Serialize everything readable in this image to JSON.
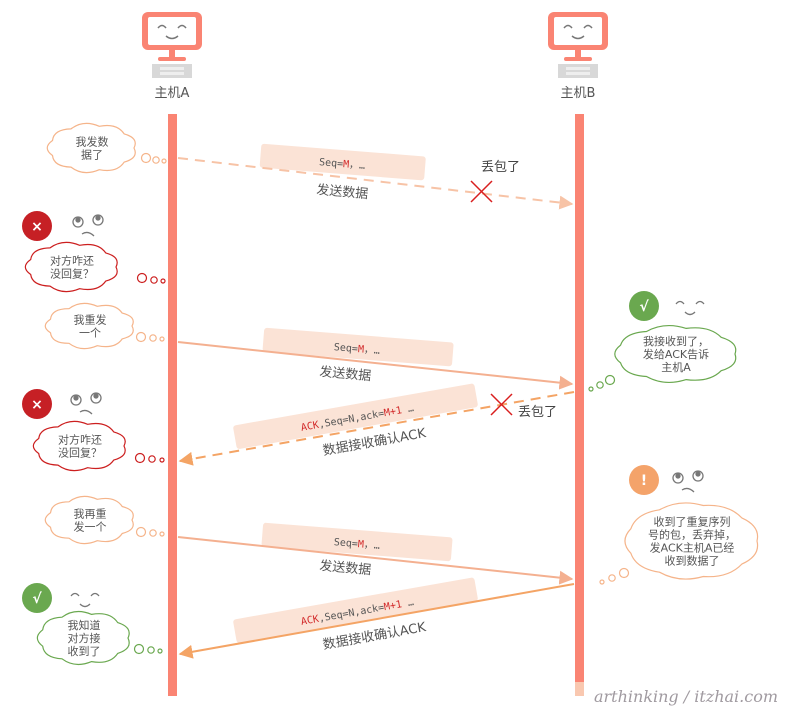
{
  "hosts": {
    "a": {
      "label": "主机A"
    },
    "b": {
      "label": "主机B"
    }
  },
  "colors": {
    "lifeline": "#fa8473",
    "arrow_dashed": "#f7c3a6",
    "arrow_solid": "#f4b090",
    "arrow_ack": "#f4a465",
    "packet_box": "#fbe3d6",
    "highlight_red": "#d22a2a",
    "lost_cross": "#d91e1e",
    "badge_error": "#c62025",
    "badge_ok": "#6aa84f",
    "badge_warn": "#f4a36a",
    "cloud_orange": "#f5b48a",
    "cloud_red": "#cc1f1f",
    "cloud_green": "#6aa84f"
  },
  "messages": [
    {
      "id": "send1",
      "direction": "A→B",
      "style": "dashed",
      "packet_prefix": "Seq=",
      "packet_highlight": "M",
      "packet_suffix": "，…",
      "label": "发送数据",
      "lost": true,
      "lost_label": "丢包了"
    },
    {
      "id": "send2",
      "direction": "A→B",
      "style": "solid",
      "packet_prefix": "Seq=",
      "packet_highlight": "M",
      "packet_suffix": "，…",
      "label": "发送数据",
      "lost": false
    },
    {
      "id": "ack1",
      "direction": "B→A",
      "style": "dashed",
      "packet_highlight1": "ACK",
      "packet_middle": ",Seq=N,ack=",
      "packet_highlight2": "M+1",
      "packet_suffix": " …",
      "label": "数据接收确认ACK",
      "lost": true,
      "lost_label": "丢包了"
    },
    {
      "id": "send3",
      "direction": "A→B",
      "style": "solid",
      "packet_prefix": "Seq=",
      "packet_highlight": "M",
      "packet_suffix": "，…",
      "label": "发送数据",
      "lost": false
    },
    {
      "id": "ack2",
      "direction": "B→A",
      "style": "solid",
      "packet_highlight1": "ACK",
      "packet_middle": ",Seq=N,ack=",
      "packet_highlight2": "M+1",
      "packet_suffix": " …",
      "label": "数据接收确认ACK",
      "lost": false
    }
  ],
  "thoughts": [
    {
      "id": "a1",
      "side": "A",
      "mood": "neutral",
      "lines": [
        "我发数",
        "据了"
      ]
    },
    {
      "id": "a2",
      "side": "A",
      "mood": "error",
      "badge": "×",
      "lines": [
        "对方咋还",
        "没回复？"
      ]
    },
    {
      "id": "a3",
      "side": "A",
      "mood": "neutral",
      "lines": [
        "我重发",
        "一个"
      ]
    },
    {
      "id": "a4",
      "side": "A",
      "mood": "error",
      "badge": "×",
      "lines": [
        "对方咋还",
        "没回复？"
      ]
    },
    {
      "id": "a5",
      "side": "A",
      "mood": "neutral",
      "lines": [
        "我再重",
        "发一个"
      ]
    },
    {
      "id": "a6",
      "side": "A",
      "mood": "ok",
      "badge": "√",
      "lines": [
        "我知道",
        "对方接",
        "收到了"
      ]
    },
    {
      "id": "b1",
      "side": "B",
      "mood": "ok",
      "badge": "√",
      "lines": [
        "我接收到了，",
        "发给ACK告诉",
        "主机A"
      ]
    },
    {
      "id": "b2",
      "side": "B",
      "mood": "warn",
      "badge": "!",
      "lines": [
        "收到了重复序列",
        "号的包，丢弃掉，",
        "发ACK主机A已经",
        "收到数据了"
      ]
    }
  ],
  "watermark": "arthinking / itzhai.com"
}
